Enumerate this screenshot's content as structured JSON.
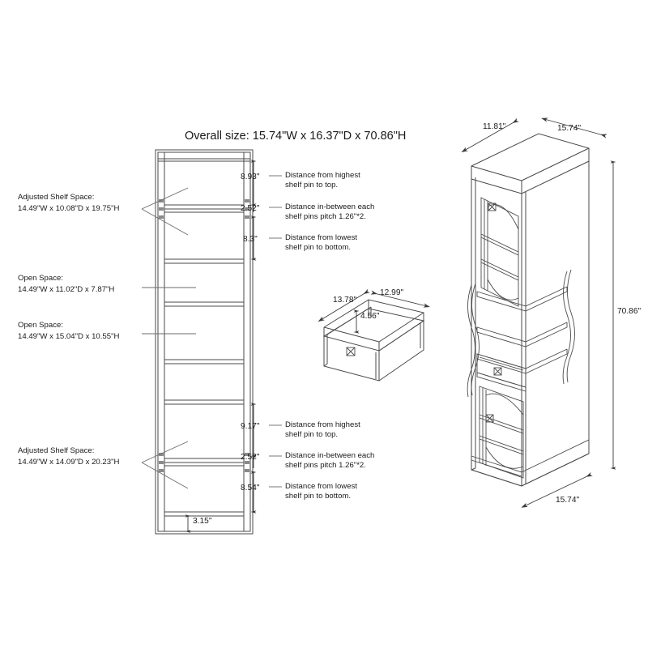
{
  "title": "Overall size: 15.74\"W x 16.37\"D x 70.86\"H",
  "left_elevation": {
    "name": "front-elevation-shelf-unit",
    "specs": [
      {
        "id": "upper-adjusted-shelf",
        "line1": "Adjusted Shelf Space:",
        "line2": "14.49\"W x 10.08\"D x 19.75\"H"
      },
      {
        "id": "open-space-1",
        "line1": "Open Space:",
        "line2": "14.49\"W x 11.02\"D x 7.87\"H"
      },
      {
        "id": "open-space-2",
        "line1": "Open Space:",
        "line2": "14.49\"W x 15.04\"D x 10.55\"H"
      },
      {
        "id": "lower-adjusted-shelf",
        "line1": "Adjusted Shelf Space:",
        "line2": "14.49\"W x 14.09\"D x 20.23\"H"
      }
    ],
    "base_dimension": "3.15\"",
    "upper_callouts": [
      {
        "value": "8.93\"",
        "note_line1": "Distance from highest",
        "note_line2": "shelf pin to top."
      },
      {
        "value": "2.52\"",
        "note_line1": "Distance in-between each",
        "note_line2": "shelf pins pitch 1.26\"*2."
      },
      {
        "value": "8.3\"",
        "note_line1": "Distance from lowest",
        "note_line2": "shelf pin to bottom."
      }
    ],
    "lower_callouts": [
      {
        "value": "9.17\"",
        "note_line1": "Distance from highest",
        "note_line2": "shelf pin to top."
      },
      {
        "value": "2.52\"",
        "note_line1": "Distance in-between each",
        "note_line2": "shelf pins pitch 1.26\"*2."
      },
      {
        "value": "8.54\"",
        "note_line1": "Distance from lowest",
        "note_line2": "shelf pin to bottom."
      }
    ]
  },
  "drawer_detail": {
    "name": "drawer-isometric",
    "width_dim": "13.78\"",
    "depth_dim": "12.99\"",
    "height_dim": "4.56\""
  },
  "cabinet_iso": {
    "name": "cabinet-isometric",
    "top_depth_dim": "11.81\"",
    "top_width_dim": "15.74\"",
    "height_dim": "70.86\"",
    "bottom_width_dim": "15.74\""
  },
  "colors": {
    "line": "#3a3a3a",
    "thin": "#6b6b6b",
    "text": "#1a1a1a",
    "background": "#ffffff"
  }
}
